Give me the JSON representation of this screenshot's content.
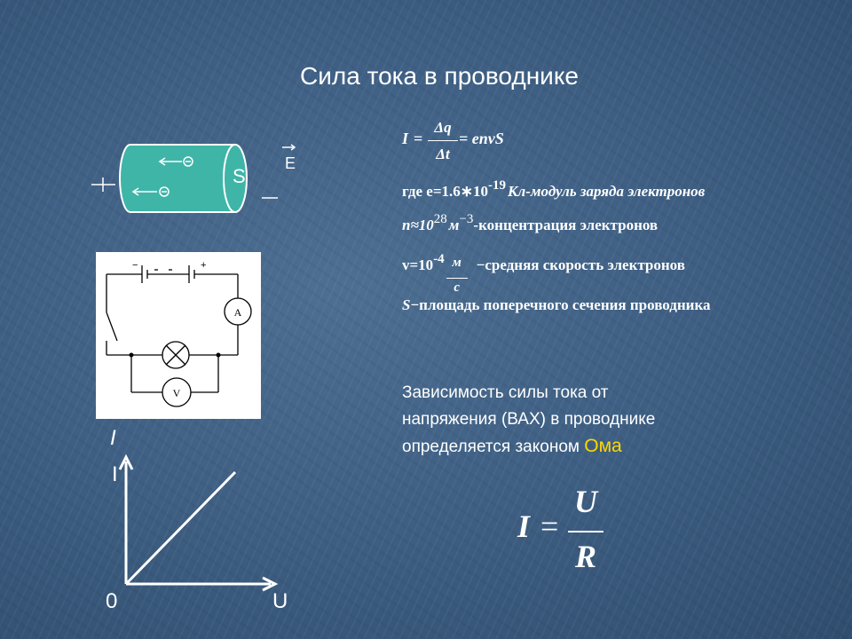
{
  "title": "Сила тока в проводнике",
  "conductor": {
    "s_label": "S",
    "e_label": "E"
  },
  "formula": {
    "lhs": "I",
    "eq": "=",
    "num": "Δq",
    "den": "Δt",
    "rhs": "= envS"
  },
  "definitions": {
    "e_prefix": "где  e=1.6∗10",
    "e_exp": "-19",
    "e_suffix": "Кл-модуль  заряда электронов",
    "n_prefix": "n≈10",
    "n_exp": "28",
    "n_unit": "м",
    "n_unit_exp": "−3",
    "n_suffix": "-концентрация электронов",
    "v_prefix": "v=10",
    "v_exp": "-4",
    "v_num": "м",
    "v_den": "с",
    "v_suffix": "−средняя скорость электронов",
    "s_sym": "S",
    "s_suffix": "−площадь поперечного сечения проводника"
  },
  "circuit": {
    "ammeter": "A",
    "voltmeter": "V",
    "minus": "−",
    "plus": "+"
  },
  "text": {
    "line1": "Зависимость силы тока от",
    "line2": "напряжения (ВАХ) в проводнике",
    "line3": "определяется законом",
    "highlight": "Ома"
  },
  "ohm_law": {
    "lhs": "I",
    "eq": "=",
    "num": "U",
    "den": "R"
  },
  "graph": {
    "y_label_italic": "I",
    "y_label": "I",
    "origin": "0",
    "x_label": "U"
  },
  "colors": {
    "highlight": "#ffd700",
    "conductor": "#3fb5a8"
  }
}
